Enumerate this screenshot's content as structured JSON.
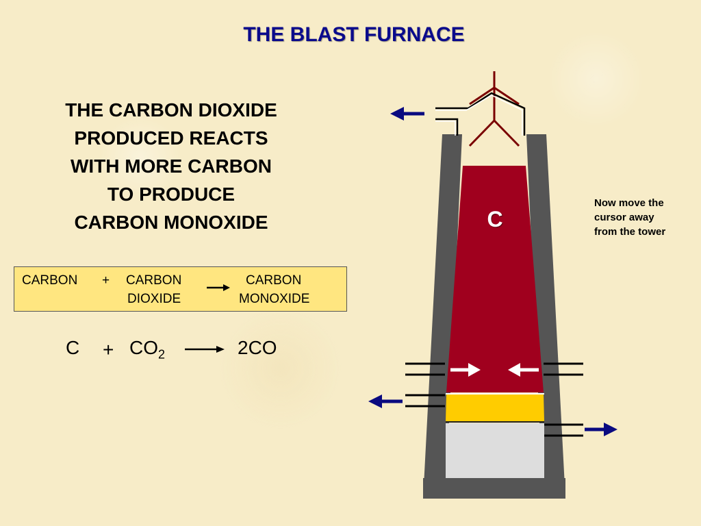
{
  "slide": {
    "title": "THE BLAST FURNACE",
    "main_text_lines": [
      "THE CARBON DIOXIDE",
      "PRODUCED REACTS",
      "WITH MORE CARBON",
      "TO PRODUCE",
      "CARBON MONOXIDE"
    ]
  },
  "word_equation": {
    "reactant1": "CARBON",
    "plus": "+",
    "reactant2_line1": "CARBON",
    "reactant2_line2": "DIOXIDE",
    "product_line1": "CARBON",
    "product_line2": "MONOXIDE"
  },
  "formula": {
    "c": "C",
    "plus": "+",
    "co2_base": "CO",
    "co2_sub": "2",
    "product": "2CO"
  },
  "furnace": {
    "label": "C"
  },
  "instruction": {
    "line1": "Now move the",
    "line2": "cursor away",
    "line3": "from the tower"
  },
  "colors": {
    "title": "#0a0a8c",
    "furnace_wall": "#555555",
    "furnace_fill": "#a0001e",
    "slag_layer": "#ffcc00",
    "iron_layer": "#dddddd",
    "arrow_blue": "#0a0a80",
    "hopper": "#7a0000",
    "equation_box": "#ffe680"
  }
}
